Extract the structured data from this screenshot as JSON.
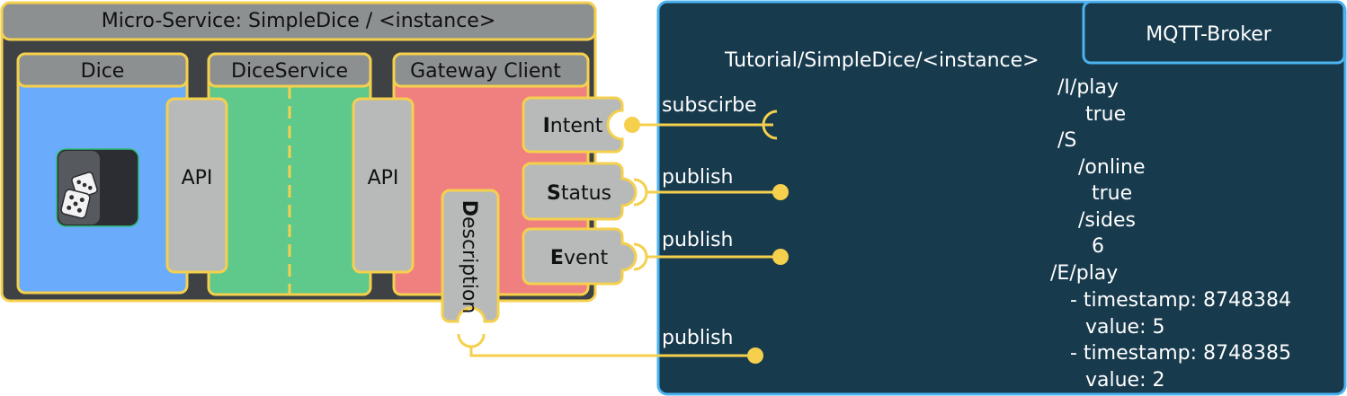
{
  "microservice": {
    "title": "Micro-Service: SimpleDice / <instance>",
    "dice": {
      "title": "Dice",
      "icon": "dice-icon"
    },
    "dice_service": {
      "title": "DiceService"
    },
    "gateway_client": {
      "title": "Gateway Client"
    },
    "api_left": "API",
    "api_right": "API",
    "ports": {
      "intent": {
        "initial": "I",
        "rest": "ntent"
      },
      "status": {
        "initial": "S",
        "rest": "tatus"
      },
      "event": {
        "initial": "E",
        "rest": "vent"
      },
      "description": {
        "initial": "D",
        "rest": "escription"
      }
    }
  },
  "connections": {
    "intent": "subscirbe",
    "status": "publish",
    "event": "publish",
    "description": "publish"
  },
  "broker": {
    "title": "MQTT-Broker",
    "topic_root": "Tutorial/SimpleDice/<instance>",
    "tree": [
      "/I/play",
      "true",
      "/S",
      "/online",
      "true",
      "/sides",
      "6",
      "/E/play",
      "- timestamp: 8748384",
      "value: 5",
      "- timestamp: 8748385",
      "value: 2"
    ]
  },
  "colors": {
    "border_yellow": "#f5d04d",
    "frame_dark": "#3f4244",
    "header_gray": "#8c9091",
    "port_gray": "#b8baba",
    "dice_blue": "#6aabfb",
    "service_green": "#5ec98b",
    "gateway_red": "#f08080",
    "broker_bg": "#173a4d",
    "broker_border": "#4cb3f0",
    "icon_bg": "#2b2d33"
  }
}
